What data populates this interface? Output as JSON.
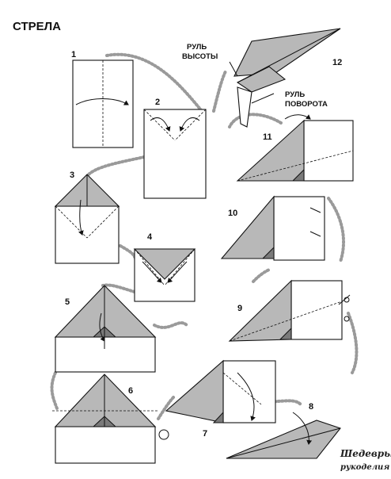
{
  "title": "СТРЕЛА",
  "steps": [
    "1",
    "2",
    "3",
    "4",
    "5",
    "6",
    "7",
    "8",
    "9",
    "10",
    "11",
    "12"
  ],
  "labels": {
    "elevator_line1": "РУЛЬ",
    "elevator_line2": "ВЫСОТЫ",
    "rudder_line1": "РУЛЬ",
    "rudder_line2": "ПОВОРОТА"
  },
  "watermark": {
    "line1": "Шедевры",
    "line2": "рукоделия"
  },
  "icons": [
    "scissors-icon",
    "fold-arrow-icon"
  ]
}
